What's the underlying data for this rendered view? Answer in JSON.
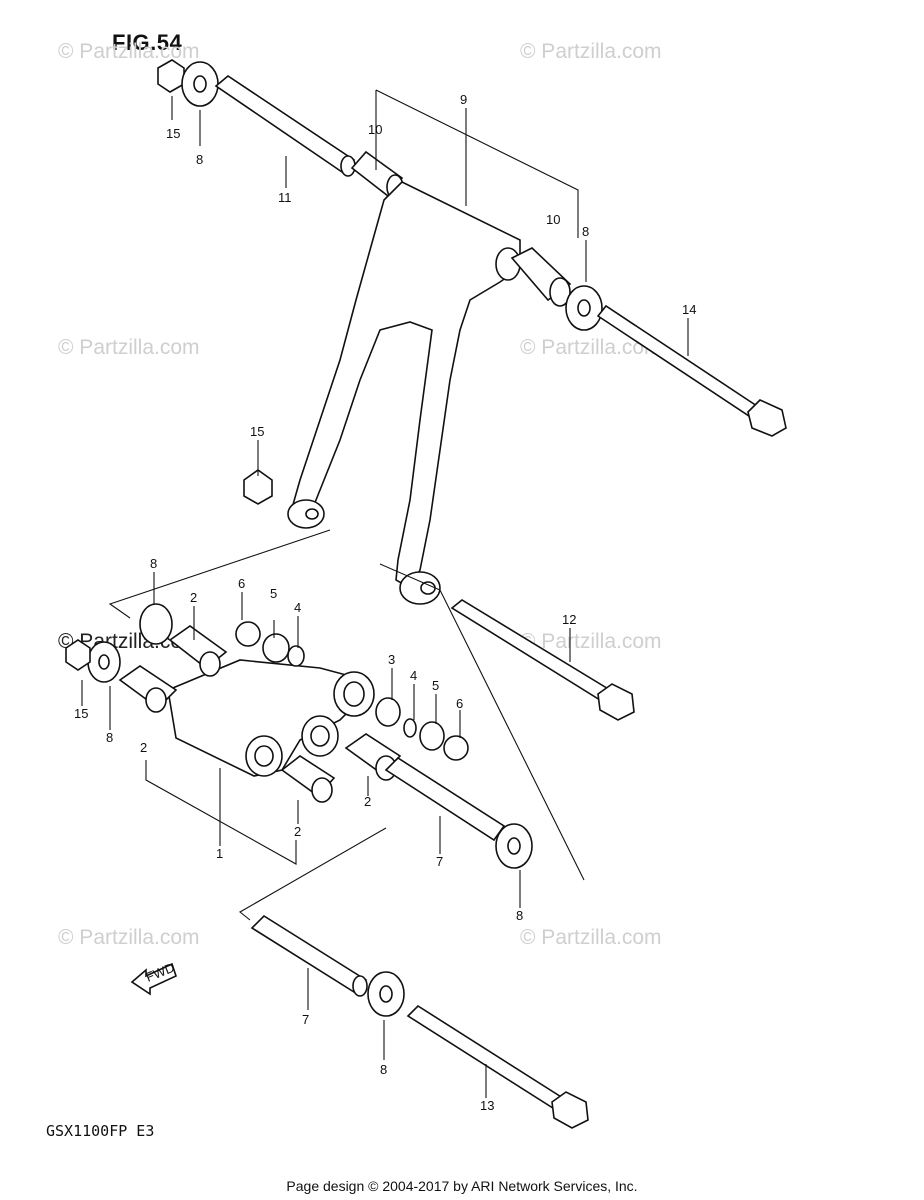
{
  "figure": {
    "title": "FIG.54",
    "model": "GSX1100FP  E3"
  },
  "watermarks": [
    "© Partzilla.com",
    "© Partzilla.com",
    "© Partzilla.com",
    "© Partzilla.com",
    "© Partzilla.com",
    "© Partzilla.com",
    "© Partzilla.com",
    "© Partzilla.com"
  ],
  "highlight_watermark": "© Partzilla.com",
  "fwd_label": "FWD",
  "callouts": [
    "15",
    "8",
    "11",
    "10",
    "9",
    "10",
    "8",
    "14",
    "15",
    "8",
    "6",
    "5",
    "4",
    "2",
    "15",
    "8",
    "2",
    "12",
    "3",
    "4",
    "5",
    "6",
    "2",
    "1",
    "2",
    "7",
    "8",
    "7",
    "8",
    "13"
  ],
  "footer": "Page design © 2004-2017 by ARI Network Services, Inc."
}
